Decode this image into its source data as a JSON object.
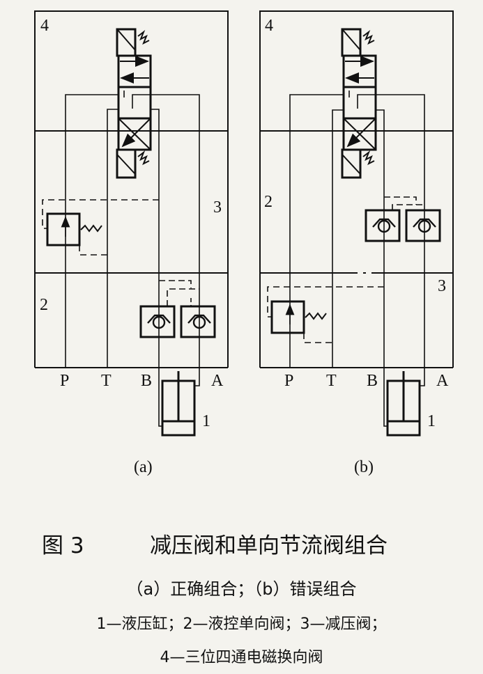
{
  "figure": {
    "number_label": "图 3",
    "title": "减压阀和单向节流阀组合",
    "subtitle": "（a）正确组合；（b）错误组合",
    "legend_line1": "1—液压缸；2—液控单向阀；3—减压阀；",
    "legend_line2": "4—三位四通电磁换向阀"
  },
  "diagram_a": {
    "label": "(a)",
    "component_labels": {
      "valve4": "4",
      "valve3": "3",
      "valve2": "2",
      "cylinder1": "1"
    },
    "ports": {
      "P": "P",
      "T": "T",
      "B": "B",
      "A": "A"
    },
    "stack_order_top_to_bottom": [
      "4",
      "3",
      "2"
    ]
  },
  "diagram_b": {
    "label": "(b)",
    "component_labels": {
      "valve4": "4",
      "valve2": "2",
      "valve3": "3",
      "cylinder1": "1"
    },
    "ports": {
      "P": "P",
      "T": "T",
      "B": "B",
      "A": "A"
    },
    "stack_order_top_to_bottom": [
      "4",
      "2",
      "3"
    ]
  },
  "legend_items": [
    {
      "num": "1",
      "name": "液压缸"
    },
    {
      "num": "2",
      "name": "液控单向阀"
    },
    {
      "num": "3",
      "name": "减压阀"
    },
    {
      "num": "4",
      "name": "三位四通电磁换向阀"
    }
  ],
  "colors": {
    "line": "#111111",
    "background": "#f4f3ee"
  }
}
